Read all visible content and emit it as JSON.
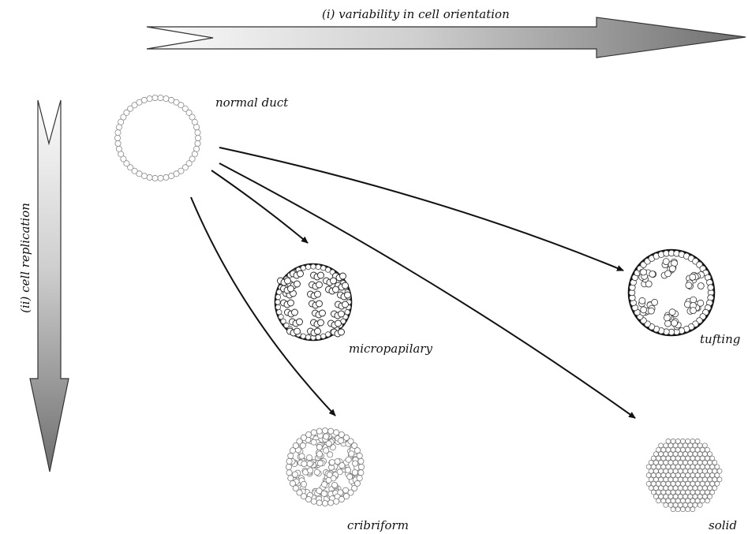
{
  "axes": {
    "horizontal_label": "(i) variability in cell orientation",
    "vertical_label": "(ii) cell replication"
  },
  "nodes": {
    "normal": "normal duct",
    "micropapillary": "micropapilary",
    "tufting": "tufting",
    "cribriform": "cribriform",
    "solid": "solid"
  },
  "colors": {
    "arrow_light": "#f2f2f2",
    "arrow_dark": "#7a7a7a",
    "line": "#111111",
    "cell": "#8a8a8a"
  }
}
